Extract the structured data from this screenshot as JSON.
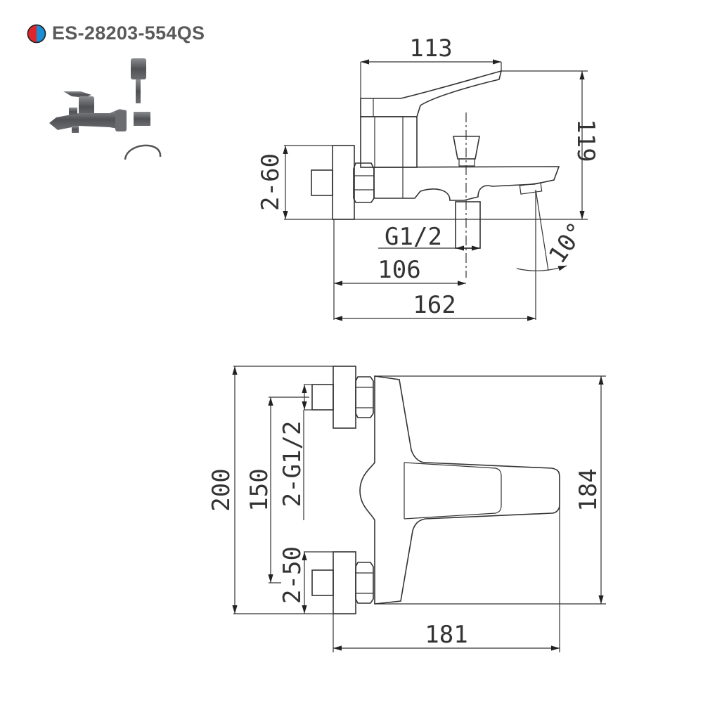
{
  "header": {
    "model_code": "ES-28203-554QS",
    "icon": "hot-cold-indicator-icon",
    "hot_color": "#e0262b",
    "cold_color": "#1a8fd6"
  },
  "product_photo": {
    "items": [
      "bath-mixer-body",
      "hand-shower",
      "shower-holder-bracket",
      "shower-hose"
    ],
    "finish_color": "#5b5d61"
  },
  "side_view": {
    "dimensions": {
      "lever_length": "113",
      "height": "119",
      "eccentric_range": "2-60",
      "outlet_thread": "G1/2",
      "wall_to_diverter": "106",
      "wall_to_spout": "162",
      "spout_angle": "10°"
    }
  },
  "top_view": {
    "dimensions": {
      "overall_width": "200",
      "centers": "150",
      "inlet_thread": "2-G1/2",
      "eccentric_depth": "2-50",
      "body_width": "184",
      "projection": "181"
    }
  }
}
